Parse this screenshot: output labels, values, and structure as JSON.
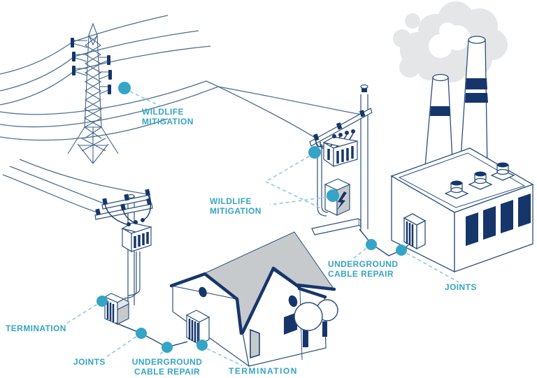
{
  "diagram": {
    "labels": {
      "tower_wildlife": {
        "line1": "WILDLIFE",
        "line2": "MITIGATION"
      },
      "pole_wildlife": {
        "line1": "WILDLIFE",
        "line2": "MITIGATION"
      },
      "ucr_right": {
        "line1": "UNDERGROUND",
        "line2": "CABLE REPAIR"
      },
      "joints_right": {
        "text": "JOINTS"
      },
      "termination_left": {
        "text": "TERMINATION"
      },
      "joints_left": {
        "text": "JOINTS"
      },
      "ucr_bottom": {
        "line1": "UNDERGROUND",
        "line2": "CABLE REPAIR"
      },
      "termination_bottom": {
        "text": "TERMINATION"
      }
    },
    "colors": {
      "teal_accent": "#34a5c6",
      "leader_dash": "#8ec9da",
      "navy": "#16366b",
      "outline_blue": "#2d517c",
      "wire_blue": "#4c7090",
      "roof_gray": "#c7cacd",
      "smoke_gray": "#e4e6e8"
    },
    "components": [
      "transmission-tower",
      "distribution-pole",
      "pole-transformer",
      "lightning-service-box",
      "house",
      "power-plant",
      "underground-cable"
    ]
  }
}
